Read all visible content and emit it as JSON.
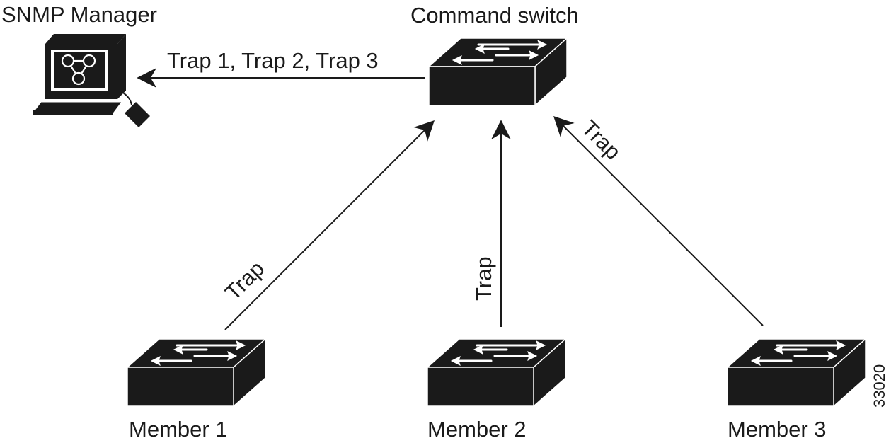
{
  "nodes": {
    "manager": {
      "label": "SNMP Manager",
      "icon": "computer-icon"
    },
    "command": {
      "label": "Command switch",
      "icon": "switch-icon"
    },
    "member1": {
      "label": "Member 1",
      "icon": "switch-icon"
    },
    "member2": {
      "label": "Member 2",
      "icon": "switch-icon"
    },
    "member3": {
      "label": "Member 3",
      "icon": "switch-icon"
    }
  },
  "edges": {
    "to_manager": {
      "label": "Trap 1, Trap 2, Trap 3"
    },
    "from_member1": {
      "label": "Trap"
    },
    "from_member2": {
      "label": "Trap"
    },
    "from_member3": {
      "label": "Trap"
    }
  },
  "figure_id": "33020",
  "colors": {
    "ink": "#1a1a1a",
    "device": "#1a1a1a",
    "arrow_glyph": "#ffffff"
  }
}
